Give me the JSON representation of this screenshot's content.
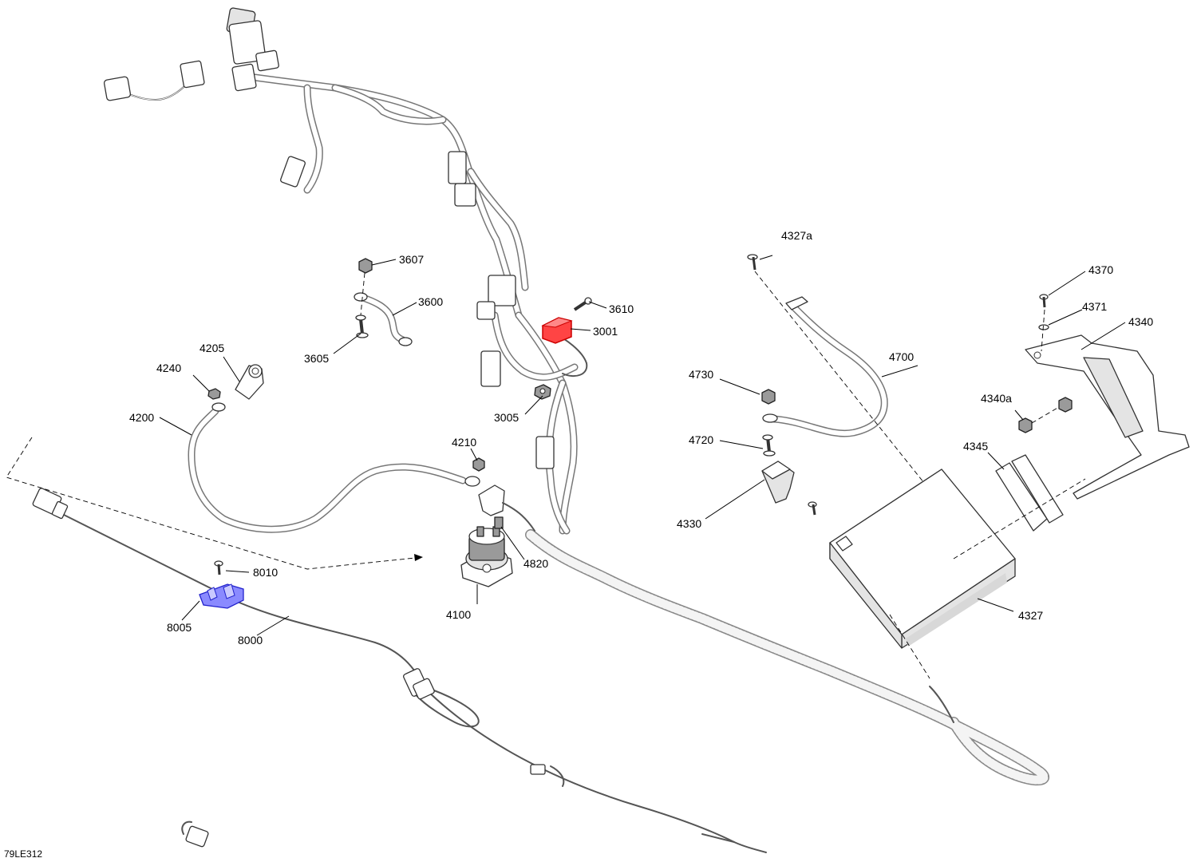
{
  "diagram_ref": "79LE312",
  "parts": [
    {
      "id": "3001",
      "label": "3001",
      "highlight_color": "#e00000"
    },
    {
      "id": "3005",
      "label": "3005"
    },
    {
      "id": "3600",
      "label": "3600"
    },
    {
      "id": "3605",
      "label": "3605"
    },
    {
      "id": "3607",
      "label": "3607"
    },
    {
      "id": "3610",
      "label": "3610"
    },
    {
      "id": "4100",
      "label": "4100"
    },
    {
      "id": "4200",
      "label": "4200"
    },
    {
      "id": "4205",
      "label": "4205"
    },
    {
      "id": "4210",
      "label": "4210"
    },
    {
      "id": "4240",
      "label": "4240"
    },
    {
      "id": "4327",
      "label": "4327"
    },
    {
      "id": "4327a",
      "label": "4327a"
    },
    {
      "id": "4330",
      "label": "4330"
    },
    {
      "id": "4340",
      "label": "4340"
    },
    {
      "id": "4340a",
      "label": "4340a"
    },
    {
      "id": "4345",
      "label": "4345"
    },
    {
      "id": "4370",
      "label": "4370"
    },
    {
      "id": "4371",
      "label": "4371"
    },
    {
      "id": "4700",
      "label": "4700"
    },
    {
      "id": "4720",
      "label": "4720"
    },
    {
      "id": "4730",
      "label": "4730"
    },
    {
      "id": "4820",
      "label": "4820"
    },
    {
      "id": "8000",
      "label": "8000"
    },
    {
      "id": "8005",
      "label": "8005",
      "highlight_color": "#3333ff"
    },
    {
      "id": "8010",
      "label": "8010"
    }
  ]
}
